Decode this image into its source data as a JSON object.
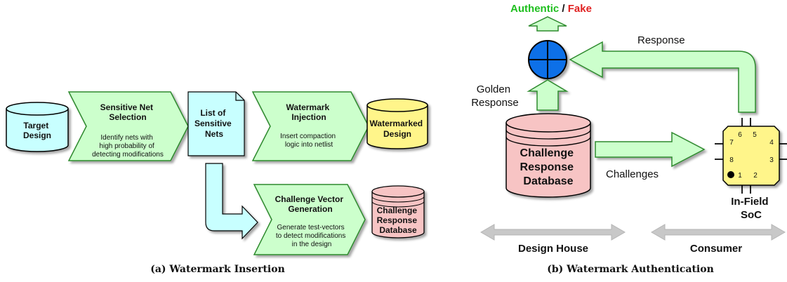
{
  "panel_a": {
    "target_design": [
      "Target",
      "Design"
    ],
    "step1": {
      "title": [
        "Sensitive Net",
        "Selection"
      ],
      "desc": [
        "Identify nets with",
        "high probability of",
        "detecting modifications"
      ]
    },
    "list_doc": [
      "List of",
      "Sensitive",
      "Nets"
    ],
    "step2": {
      "title": [
        "Watermark",
        "Injection"
      ],
      "desc": [
        "Insert compaction",
        "logic into netlist"
      ]
    },
    "watermarked_design": [
      "Watermarked",
      "Design"
    ],
    "step3": {
      "title": [
        "Challenge Vector",
        "Generation"
      ],
      "desc": [
        "Generate test-vectors",
        "to detect modifications",
        "in the design"
      ]
    },
    "crdb_small": [
      "Challenge",
      "Response",
      "Database"
    ],
    "caption": "(a) Watermark Insertion"
  },
  "panel_b": {
    "result_authentic": "Authentic",
    "result_sep": " / ",
    "result_fake": "Fake",
    "response_label": "Response",
    "golden_response": [
      "Golden",
      "Response"
    ],
    "crdb": [
      "Challenge",
      "Response",
      "Database"
    ],
    "challenges_label": "Challenges",
    "chip_pins": [
      "6",
      "5",
      "7",
      "4",
      "8",
      "3",
      "1",
      "2"
    ],
    "chip_label": [
      "In-Field",
      "SoC"
    ],
    "design_house": "Design House",
    "consumer": "Consumer",
    "caption": "(b) Watermark Authentication"
  },
  "colors": {
    "green_fill": "#ccffcc",
    "green_stroke": "#2d8a2d",
    "cyan": "#c8ffff",
    "yellow": "#fff58a",
    "pink": "#f7c4c4",
    "blue": "#0a6fe8",
    "authentic": "#1fbf1f",
    "fake": "#e02020"
  }
}
